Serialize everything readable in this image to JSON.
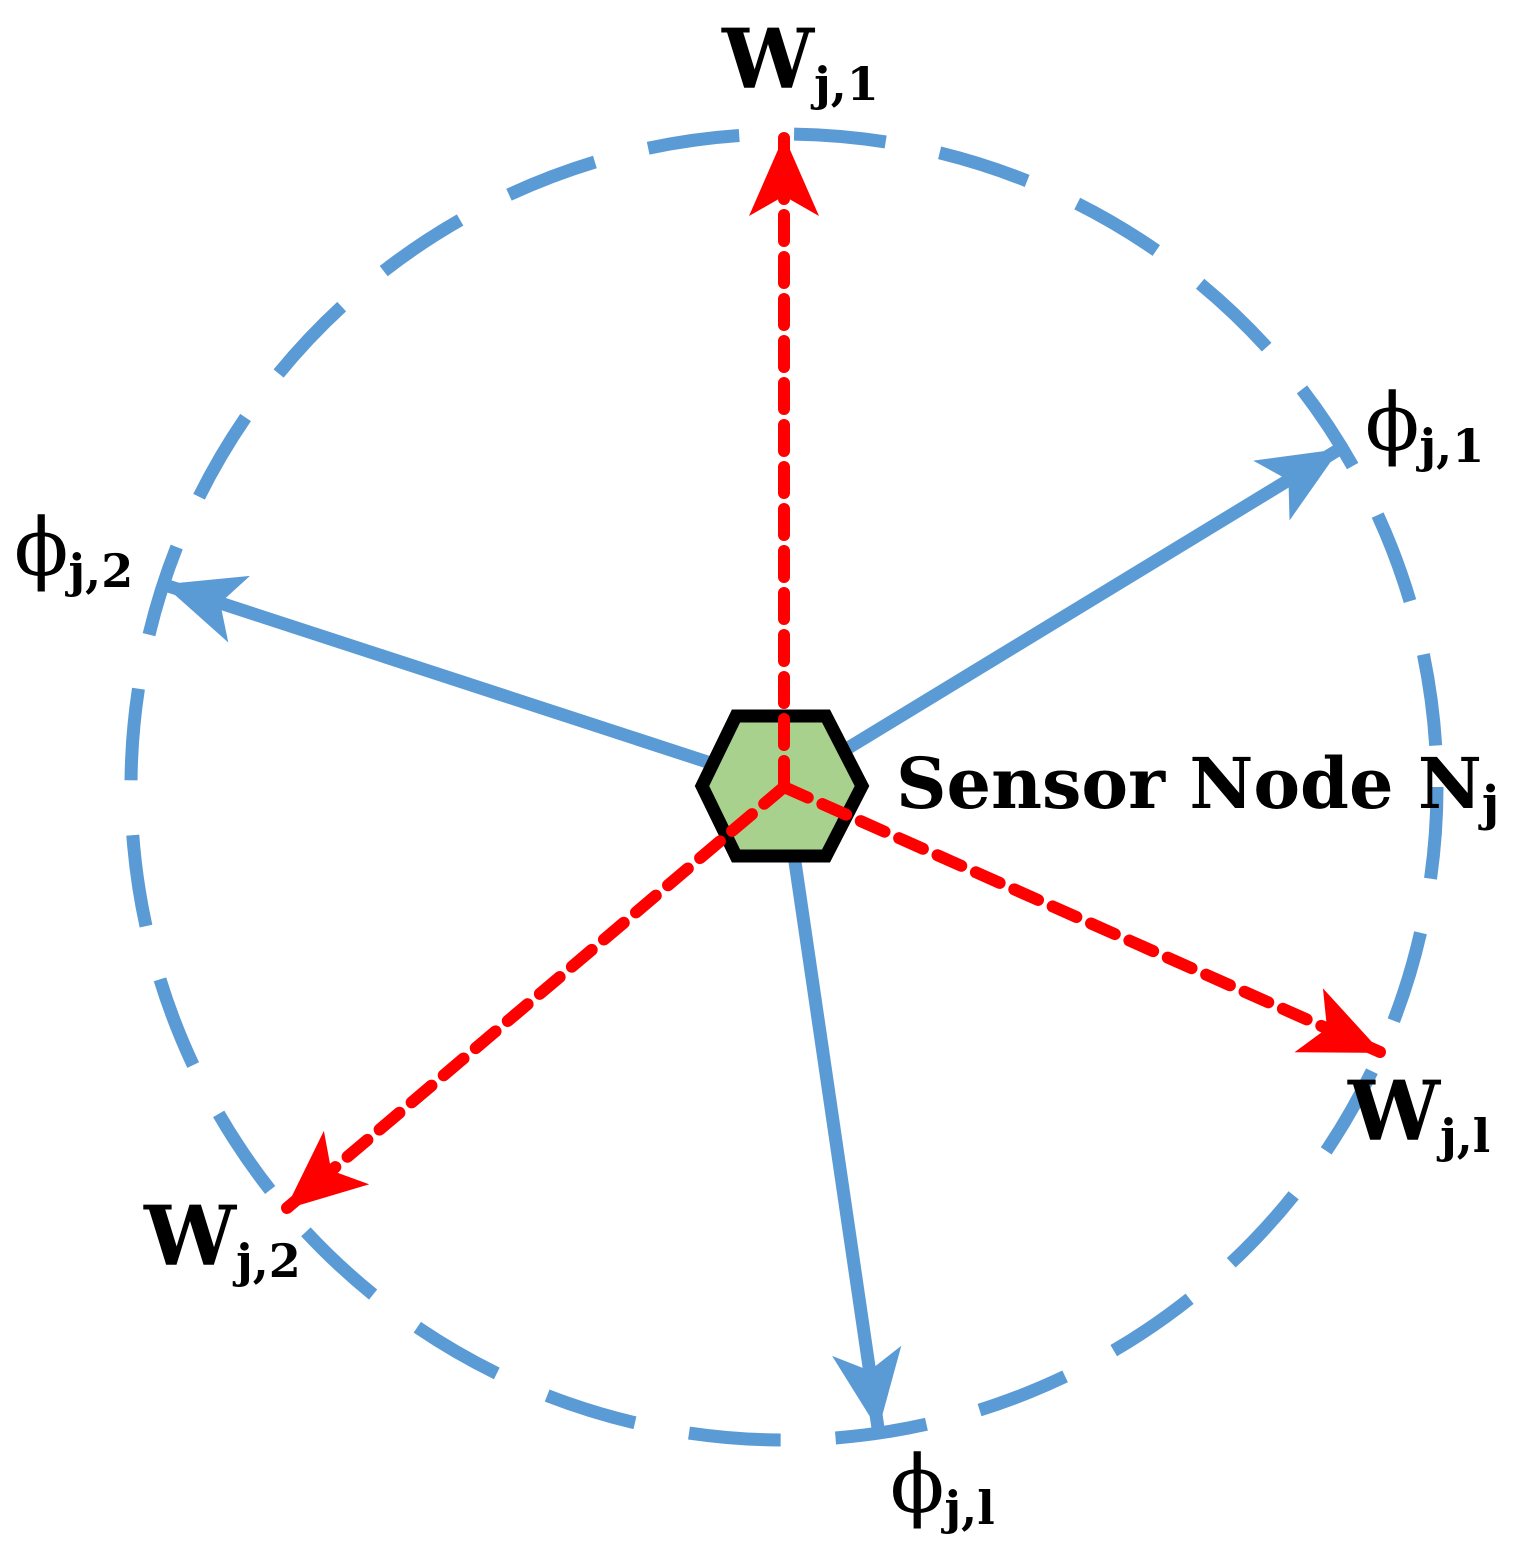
{
  "colors": {
    "circle": "#5b9bd5",
    "phi_arrow": "#5b9bd5",
    "w_arrow": "#ff0000",
    "node_fill": "#a9d18e",
    "node_stroke": "#000000",
    "text": "#000000"
  },
  "labels": {
    "w_j1": {
      "main": "W",
      "sub": "j,1"
    },
    "w_j2": {
      "main": "W",
      "sub": "j,2"
    },
    "w_jl": {
      "main": "W",
      "sub": "j,l"
    },
    "phi_j1": {
      "main": "ϕ",
      "sub": "j,1"
    },
    "phi_j2": {
      "main": "ϕ",
      "sub": "j,2"
    },
    "phi_jl": {
      "main": "ϕ",
      "sub": "j,l"
    },
    "node": {
      "main": "Sensor Node N",
      "sub": "j"
    }
  },
  "icons": {
    "node": "hexagon-icon"
  }
}
